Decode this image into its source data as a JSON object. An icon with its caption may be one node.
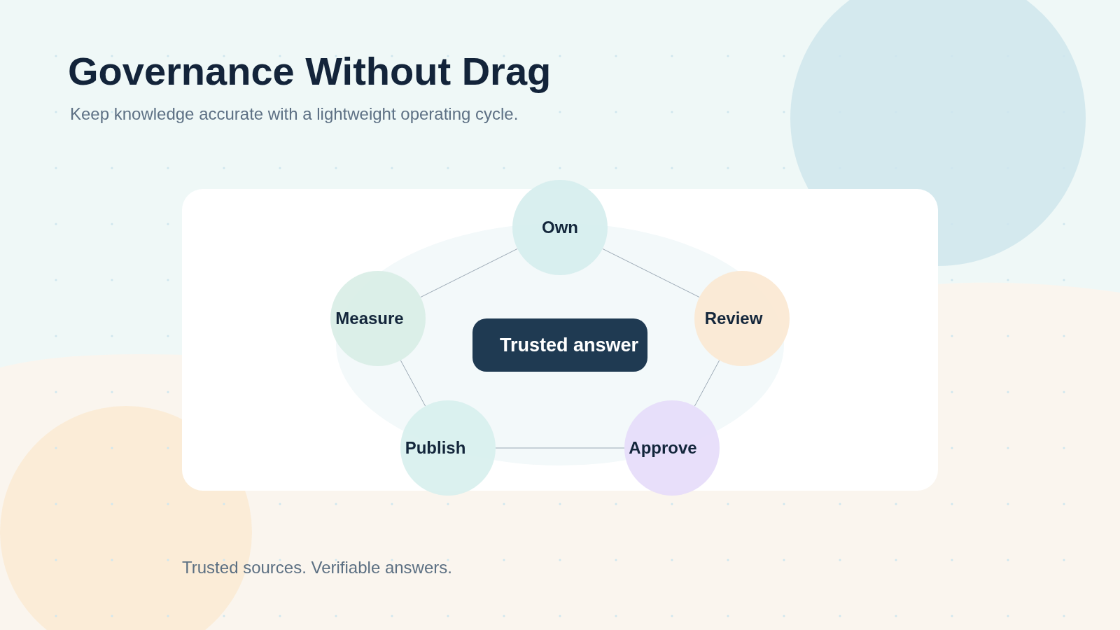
{
  "diagram": {
    "title": "Governance Without Drag",
    "nodes": [
      {
        "text": [
          "Own"
        ]
      },
      {
        "text": [
          "Measure"
        ]
      },
      {
        "text": [
          "Review"
        ]
      },
      {
        "text": [
          "Trusted answer"
        ]
      },
      {
        "text": [
          "Publish"
        ]
      },
      {
        "text": [
          "Approve"
        ]
      }
    ],
    "edges": [
      {
        "from": 0,
        "to": 2,
        "arrow": "none"
      },
      {
        "from": 2,
        "to": 5,
        "arrow": "none"
      },
      {
        "from": 5,
        "to": 4,
        "arrow": "none"
      },
      {
        "from": 4,
        "to": 1,
        "arrow": "none"
      },
      {
        "from": 1,
        "to": 0,
        "arrow": "none"
      }
    ],
    "labels": [
      "Keep knowledge accurate with a lightweight operating cycle.",
      "Trusted sources. Verifiable answers."
    ]
  }
}
